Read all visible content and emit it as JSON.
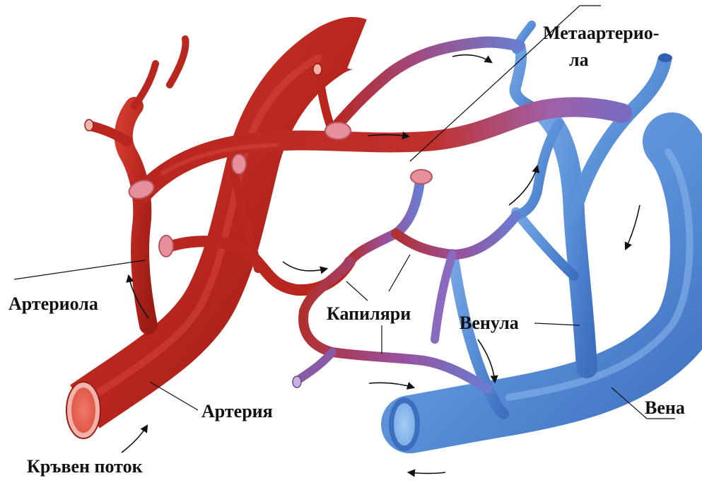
{
  "labels": {
    "metaarteriole_line1": "Метаартерио-",
    "metaarteriole_line2": "ла",
    "arteriole": "Артериола",
    "capillaries": "Капиляри",
    "venule": "Венула",
    "artery": "Артерия",
    "vein": "Вена",
    "blood_flow": "Кръвен поток"
  },
  "colors": {
    "artery": "#b8261e",
    "artery_dark": "#8e1a14",
    "artery_highlight": "#d8483b",
    "capillary": "#8a5aa6",
    "vein": "#5a90d8",
    "vein_dark": "#3d6fbf",
    "vein_highlight": "#8db8ec",
    "sphincter": "#e8909a",
    "label_text": "#111111"
  }
}
